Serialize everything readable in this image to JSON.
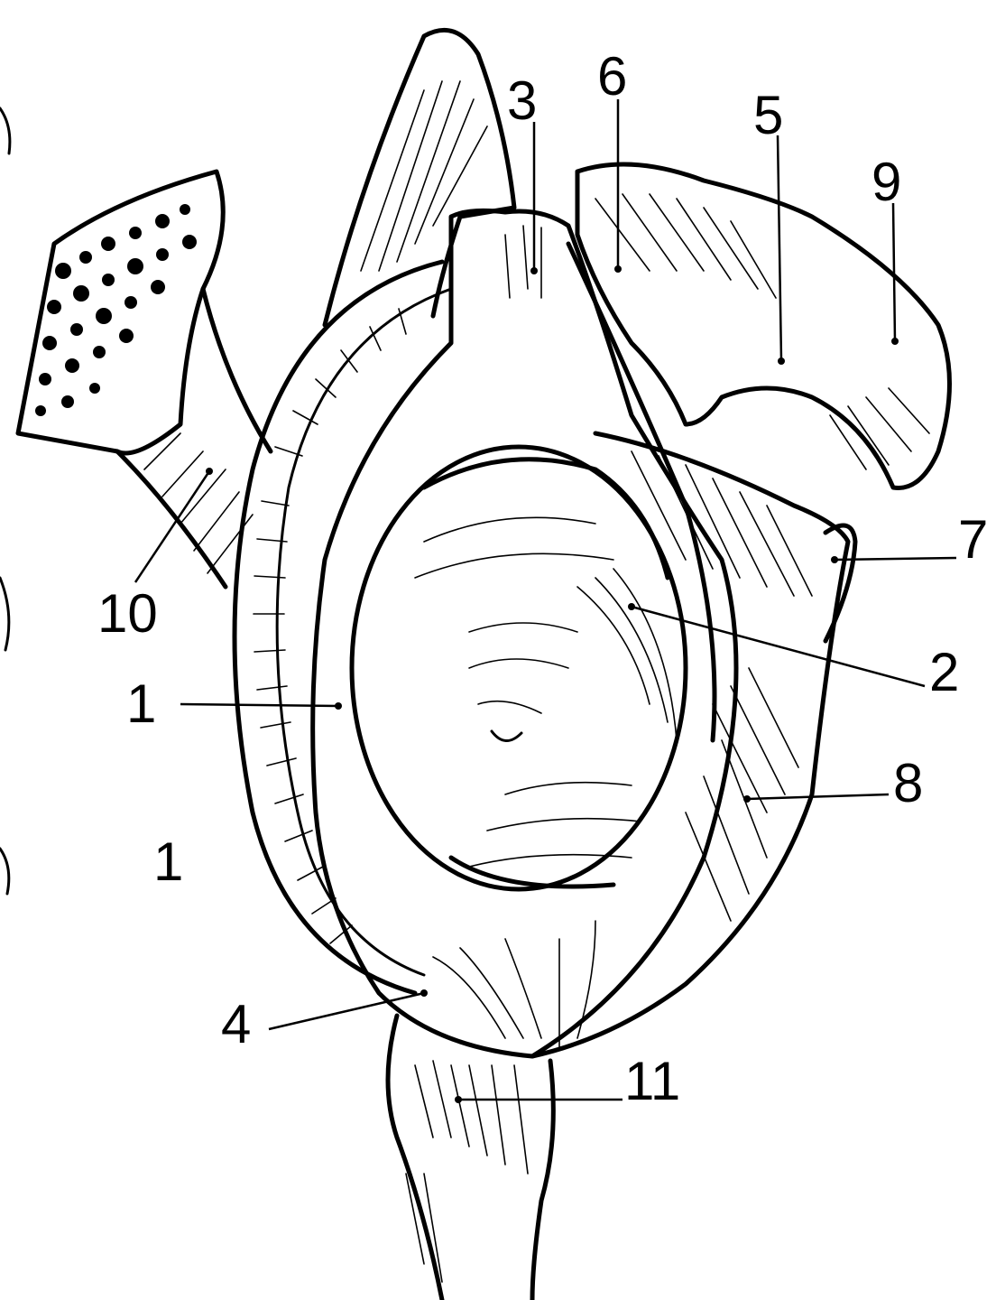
{
  "figure": {
    "labels": {
      "l1_leader": "1",
      "l1_panel": "1",
      "l2": "2",
      "l3": "3",
      "l4": "4",
      "l5": "5",
      "l6": "6",
      "l7": "7",
      "l8": "8",
      "l9": "9",
      "l10": "10",
      "l11": "11"
    }
  }
}
